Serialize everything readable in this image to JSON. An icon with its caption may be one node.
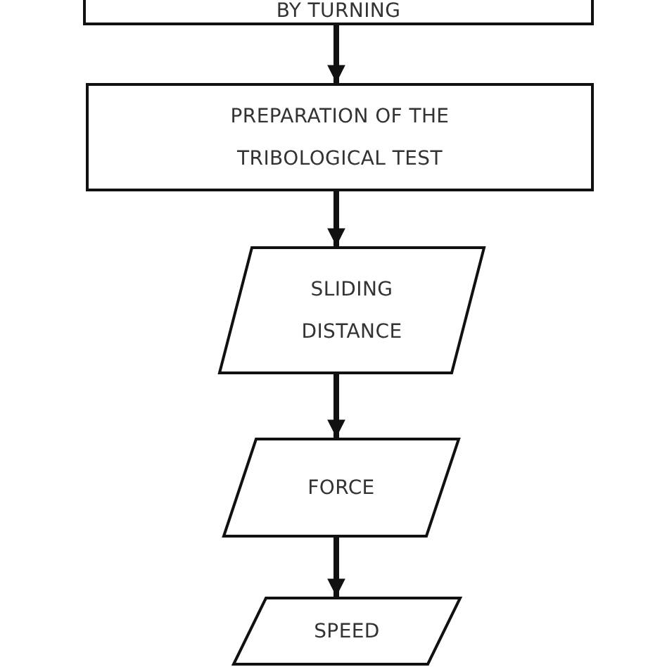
{
  "diagram": {
    "nodes": [
      {
        "text": [
          "BY TURNING"
        ]
      },
      {
        "text": [
          "PREPARATION OF THE TRIBOLOGICAL TEST"
        ]
      },
      {
        "text": [
          "SLIDING DISTANCE"
        ]
      },
      {
        "text": [
          "FORCE"
        ]
      },
      {
        "text": [
          "SPEED"
        ]
      }
    ],
    "edges": [
      {
        "from": 0,
        "to": 1,
        "arrow": "to"
      },
      {
        "from": 1,
        "to": 2,
        "arrow": "to"
      },
      {
        "from": 2,
        "to": 3,
        "arrow": "to"
      },
      {
        "from": 3,
        "to": 4,
        "arrow": "to"
      }
    ]
  }
}
